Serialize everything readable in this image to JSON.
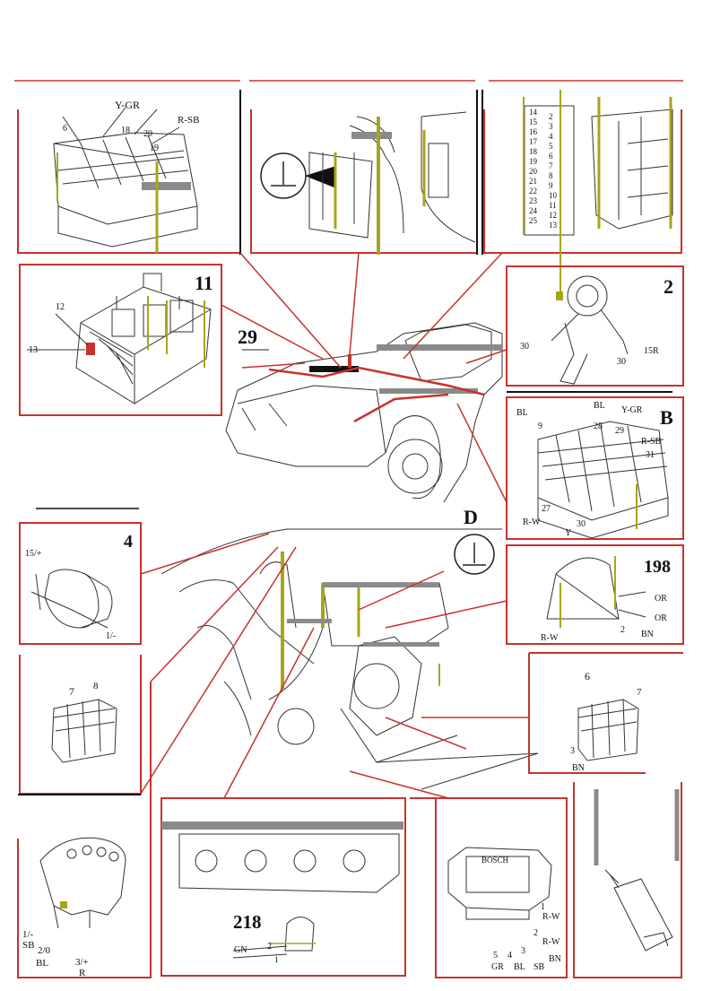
{
  "colors": {
    "frame": "#c8322d",
    "marker": "#a7a51a",
    "bar": "#8a8a8a",
    "ink": "#222222"
  },
  "panels": {
    "fusebox_top": {
      "labels": [
        "Y-GR",
        "6",
        "18",
        "20",
        "R-SB",
        "19"
      ]
    },
    "relay_box": {
      "number": "11",
      "labels": [
        "12",
        "13"
      ]
    },
    "dash_connector": {
      "pins_left": [
        "14",
        "15",
        "16",
        "17",
        "18",
        "19",
        "20",
        "21",
        "22",
        "23",
        "24",
        "25"
      ],
      "pins_right": [
        "2",
        "3",
        "4",
        "5",
        "6",
        "7",
        "8",
        "9",
        "10",
        "11",
        "12",
        "13"
      ]
    },
    "ignition_switch": {
      "number": "2",
      "labels": [
        "30",
        "30",
        "15R"
      ]
    },
    "car": {
      "number": "29"
    },
    "fusebox_b": {
      "letter": "B",
      "labels": [
        "BL",
        "BL",
        "Y-GR",
        "9",
        "28",
        "29",
        "R-SB",
        "31",
        "27",
        "R-W",
        "30",
        "Y"
      ]
    },
    "coil": {
      "number": "4",
      "labels": [
        "15/+",
        "1/-"
      ]
    },
    "ground_d": {
      "letter": "D"
    },
    "horn": {
      "number": "198",
      "labels": [
        "OR",
        "OR",
        "R-W",
        "2",
        "BN"
      ]
    },
    "connector_8": {
      "labels": [
        "7",
        "8"
      ]
    },
    "connector_3": {
      "labels": [
        "6",
        "7",
        "3",
        "BN"
      ]
    },
    "distributor": {
      "labels": [
        "1/-",
        "SB",
        "2/0",
        "BL",
        "3/+",
        "R"
      ]
    },
    "knock_sensor": {
      "number": "218",
      "labels": [
        "GN",
        "2",
        "1"
      ]
    },
    "ignition_module": {
      "brand": "BOSCH",
      "labels": [
        "1",
        "R-W",
        "2",
        "R-W",
        "5",
        "4",
        "3",
        "GR",
        "BL",
        "SB",
        "BN"
      ]
    }
  }
}
